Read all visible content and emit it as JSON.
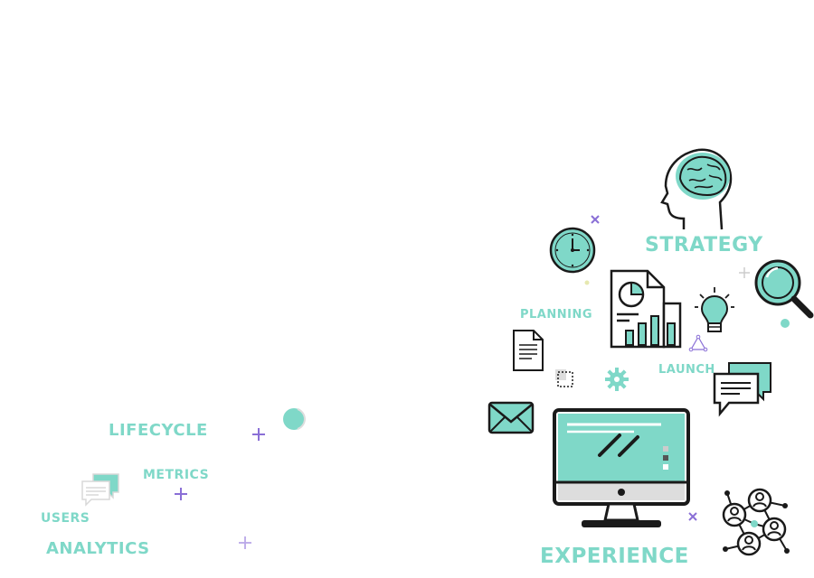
{
  "labels": {
    "strategy": "STRATEGY",
    "planning": "PLANNING",
    "launch": "LAUNCH",
    "experience": "EXPERIENCE",
    "lifecycle": "LIFECYCLE",
    "metrics": "METRICS",
    "users": "USERS",
    "analytics": "ANALYTICS"
  },
  "colors": {
    "accent": "#7fd8c8",
    "outline": "#1a1a1a",
    "decor_purple": "#8a6fd6",
    "decor_grey": "#cccccc"
  },
  "icons": [
    "brain-head-icon",
    "clock-icon",
    "report-chart-icon",
    "magnifier-icon",
    "lightbulb-icon",
    "document-icon",
    "envelope-icon",
    "gear-icon",
    "chat-bubbles-icon",
    "desktop-monitor-icon",
    "user-network-icon",
    "sphere-icon",
    "small-chat-bubbles-icon"
  ]
}
